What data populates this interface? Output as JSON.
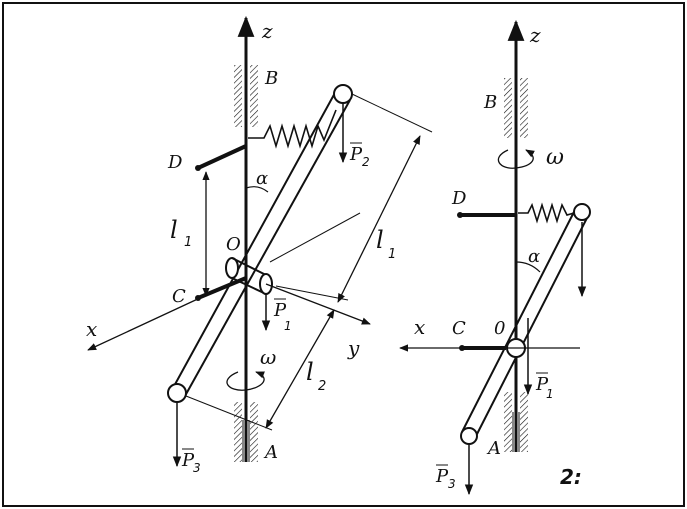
{
  "figure_left": {
    "axis_z": "z",
    "axis_x": "x",
    "axis_y": "y",
    "bearing_top": "B",
    "bearing_bottom": "A",
    "point_d": "D",
    "point_c": "C",
    "point_o": "O",
    "angle": "α",
    "omega": "ω",
    "l1_left": "l",
    "l1_left_sub": "1",
    "l1_right": "l",
    "l1_right_sub": "1",
    "l2": "l",
    "l2_sub": "2",
    "p1": "P",
    "p1_sub": "1",
    "p2": "P",
    "p2_sub": "2",
    "p3": "P",
    "p3_sub": "3"
  },
  "figure_right": {
    "axis_z": "z",
    "axis_x": "x",
    "bearing_top": "B",
    "bearing_bottom": "A",
    "point_d": "D",
    "point_c": "C",
    "point_o": "0",
    "angle": "α",
    "omega": "ω",
    "p1": "P",
    "p1_sub": "1",
    "p3": "P",
    "p3_sub": "3",
    "fig_number": "2:"
  }
}
